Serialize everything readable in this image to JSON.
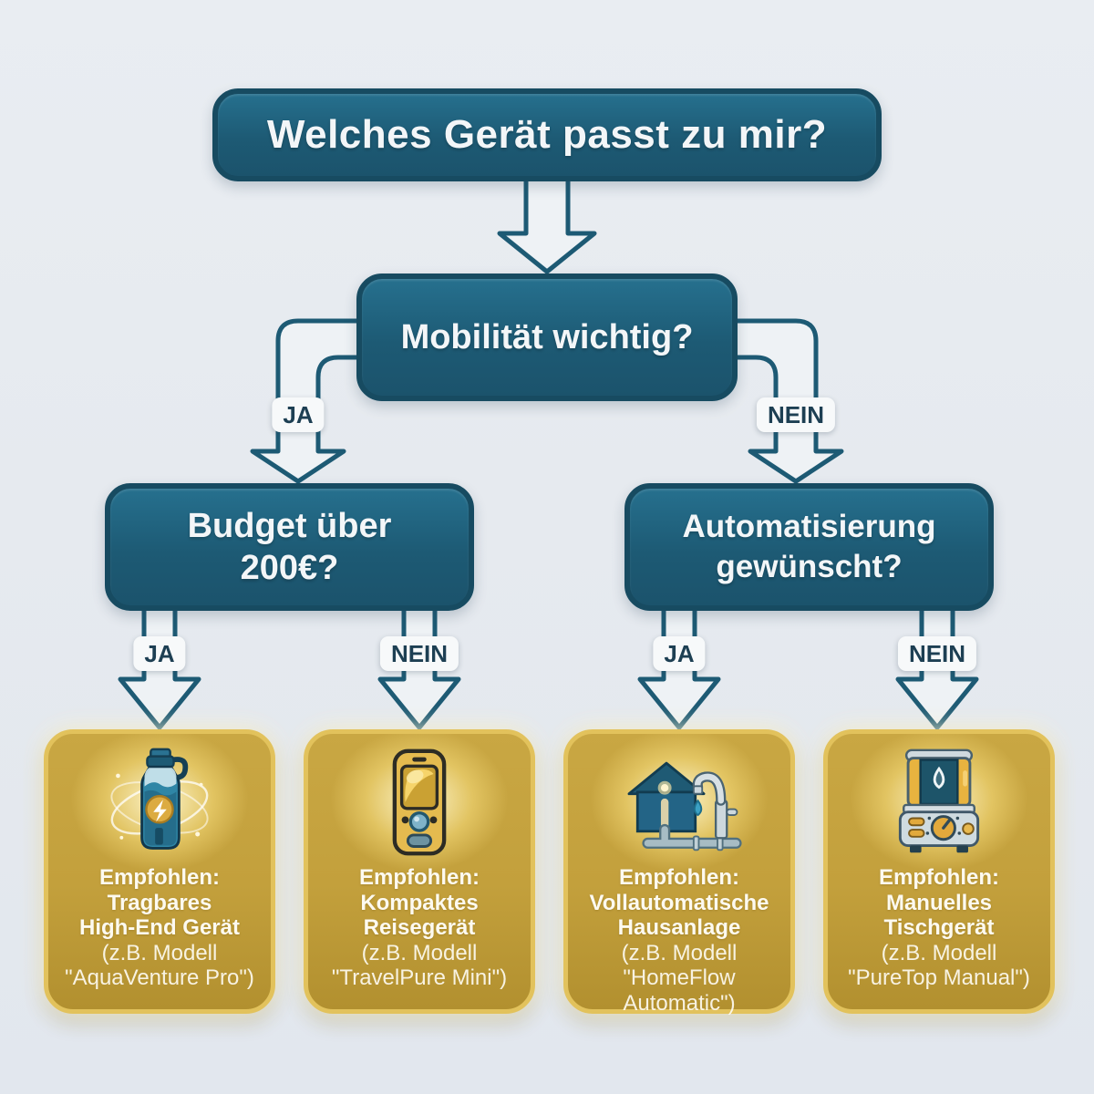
{
  "colors": {
    "bg": "#e6eaef",
    "teal": "#1d5a74",
    "teal-dark": "#174b61",
    "teal-light": "#26708e",
    "box-text": "#f3f6f8",
    "arrow-fill": "#eef2f5",
    "pill-bg": "#f7f9fa",
    "pill-text": "#1d3f53",
    "gold": "#c3a03c",
    "gold-dark": "#b2902f",
    "gold-border": "#e2c25c",
    "card-text": "#fdfaf0"
  },
  "nodes": {
    "root": {
      "label": "Welches Gerät passt zu mir?"
    },
    "mobility": {
      "label": "Mobilität wichtig?"
    },
    "budget": {
      "label": "Budget über 200€?"
    },
    "automation": {
      "label": "Automatisierung gewünscht?"
    }
  },
  "branches": {
    "mobility_yes": "JA",
    "mobility_no": "NEIN",
    "budget_yes": "JA",
    "budget_no": "NEIN",
    "automation_yes": "JA",
    "automation_no": "NEIN"
  },
  "results": [
    {
      "icon": "portable-bottle-icon",
      "bold": [
        "Empfohlen:",
        "Tragbares",
        "High-End Gerät"
      ],
      "model": [
        "(z.B. Modell",
        "\"AquaVenture Pro\")",
        ""
      ]
    },
    {
      "icon": "travel-device-icon",
      "bold": [
        "Empfohlen:",
        "Kompaktes",
        "Reisegerät"
      ],
      "model": [
        "(z.B. Modell",
        "\"TravelPure Mini\")",
        ""
      ]
    },
    {
      "icon": "house-plumbing-icon",
      "bold": [
        "Empfohlen:",
        "Vollautomatische",
        "Hausanlage"
      ],
      "model": [
        "(z.B. Modell",
        "\"HomeFlow",
        "Automatic\")"
      ]
    },
    {
      "icon": "tabletop-device-icon",
      "bold": [
        "Empfohlen:",
        "Manuelles",
        "Tischgerät"
      ],
      "model": [
        "(z.B. Modell",
        "\"PureTop Manual\")",
        ""
      ]
    }
  ]
}
